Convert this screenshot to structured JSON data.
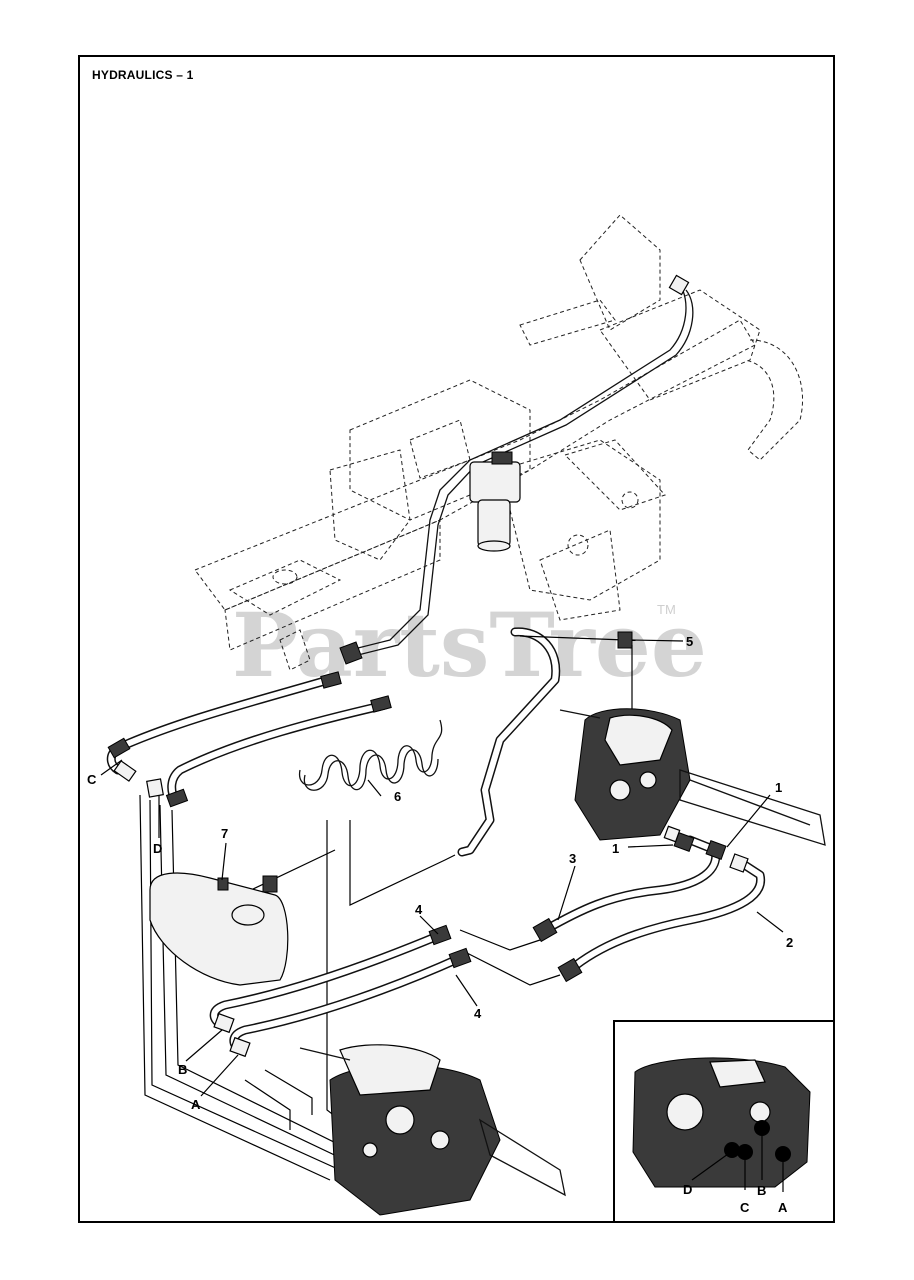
{
  "title": "HYDRAULICS – 1",
  "watermark": {
    "text": "PartsTree",
    "trademark": "TM"
  },
  "callouts": {
    "c1a": "1",
    "c1b": "1",
    "c2": "2",
    "c3": "3",
    "c4a": "4",
    "c4b": "4",
    "c5": "5",
    "c6": "6",
    "c7": "7",
    "cA": "A",
    "cB": "B",
    "cC": "C",
    "cD": "D"
  },
  "inset": {
    "labels": {
      "D": "D",
      "C": "C",
      "B": "B",
      "A": "A"
    }
  }
}
